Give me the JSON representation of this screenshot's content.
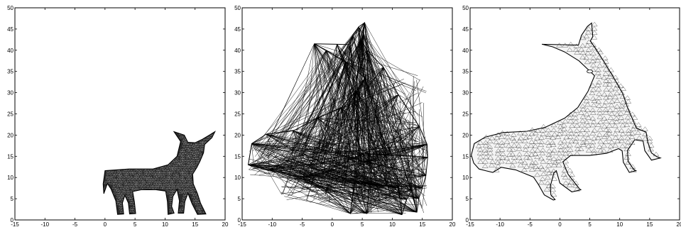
{
  "chart_data": [
    {
      "type": "mesh",
      "xlim": [
        -15,
        20
      ],
      "ylim": [
        0,
        50
      ],
      "xticks": [
        -15,
        -10,
        -5,
        0,
        5,
        10,
        15,
        20
      ],
      "yticks": [
        0,
        5,
        10,
        15,
        20,
        25,
        30,
        35,
        40,
        45,
        50
      ],
      "grid": false,
      "shape_outline": [
        [
          0,
          11.6
        ],
        [
          4,
          12
        ],
        [
          8,
          12
        ],
        [
          10.5,
          13
        ],
        [
          12,
          15
        ],
        [
          12.6,
          18.5
        ],
        [
          11.5,
          20.8
        ],
        [
          13.2,
          20
        ],
        [
          13.8,
          18.3
        ],
        [
          15,
          18.2
        ],
        [
          16.2,
          19
        ],
        [
          17.4,
          20
        ],
        [
          18.3,
          20.8
        ],
        [
          17.8,
          19.4
        ],
        [
          16.6,
          17.8
        ],
        [
          16.4,
          15.8
        ],
        [
          15.8,
          13.8
        ],
        [
          15.3,
          12.4
        ],
        [
          14.6,
          10.8
        ],
        [
          14.7,
          8.5
        ],
        [
          15.4,
          6.2
        ],
        [
          15.9,
          4
        ],
        [
          16.8,
          1.4
        ],
        [
          15.4,
          1.3
        ],
        [
          14.5,
          3.8
        ],
        [
          13.8,
          6.3
        ],
        [
          13.3,
          4.3
        ],
        [
          13.1,
          1.6
        ],
        [
          12.2,
          1.6
        ],
        [
          12.4,
          4.5
        ],
        [
          12,
          7.2
        ],
        [
          11.3,
          5.5
        ],
        [
          11.1,
          3.2
        ],
        [
          11.5,
          1.6
        ],
        [
          10.5,
          1.3
        ],
        [
          10.4,
          4.3
        ],
        [
          10.1,
          6.8
        ],
        [
          8.5,
          7.1
        ],
        [
          6,
          7.1
        ],
        [
          4.6,
          6.7
        ],
        [
          4.9,
          4.2
        ],
        [
          5.1,
          1.5
        ],
        [
          4.1,
          1.4
        ],
        [
          3.9,
          4
        ],
        [
          3.3,
          5.8
        ],
        [
          2.9,
          4
        ],
        [
          3.1,
          1.4
        ],
        [
          2.1,
          1.3
        ],
        [
          1.8,
          4.5
        ],
        [
          1,
          7.3
        ],
        [
          0.4,
          8.6
        ],
        [
          -0.2,
          6.2
        ],
        [
          -0.3,
          8.5
        ]
      ]
    },
    {
      "type": "mesh",
      "xlim": [
        -15,
        20
      ],
      "ylim": [
        0,
        50
      ],
      "xticks": [
        -15,
        -10,
        -5,
        0,
        5,
        10,
        15,
        20
      ],
      "yticks": [
        0,
        5,
        10,
        15,
        20,
        25,
        30,
        35,
        40,
        45,
        50
      ],
      "grid": false,
      "shape_outline": [
        [
          -14,
          13
        ],
        [
          -13.4,
          18
        ],
        [
          -11,
          20.2
        ],
        [
          -6.5,
          21
        ],
        [
          -2.4,
          24
        ],
        [
          1.5,
          26.5
        ],
        [
          4,
          30.5
        ],
        [
          5.5,
          33.4
        ],
        [
          2.2,
          37.3
        ],
        [
          -1,
          40
        ],
        [
          -3,
          41.5
        ],
        [
          0.8,
          41.4
        ],
        [
          3,
          41.3
        ],
        [
          3.4,
          43.5
        ],
        [
          4.4,
          45.5
        ],
        [
          5.4,
          46.5
        ],
        [
          5.2,
          43.8
        ],
        [
          4.8,
          42.5
        ],
        [
          5.8,
          40
        ],
        [
          8.5,
          36
        ],
        [
          11,
          29.5
        ],
        [
          14.5,
          22
        ],
        [
          15.8,
          17.8
        ],
        [
          15.9,
          14.8
        ],
        [
          15.6,
          10.5
        ],
        [
          15,
          7.5
        ],
        [
          14.4,
          5
        ],
        [
          14.1,
          1.8
        ],
        [
          13.2,
          7
        ],
        [
          12.4,
          4.8
        ],
        [
          11.6,
          1.2
        ],
        [
          11,
          7.5
        ],
        [
          9,
          8
        ],
        [
          6.2,
          7.9
        ],
        [
          5.7,
          1.5
        ],
        [
          3.3,
          4.5
        ],
        [
          3,
          1.5
        ],
        [
          -1,
          7
        ],
        [
          -5,
          10
        ],
        [
          -10.5,
          11.8
        ]
      ],
      "fill_clusters": [
        {
          "x": [
            3,
            15.8
          ],
          "y": [
            1.5,
            34
          ]
        },
        {
          "x": [
            -9,
            12
          ],
          "y": [
            4,
            17
          ]
        },
        {
          "x": [
            -14,
            10
          ],
          "y": [
            10,
            17
          ]
        }
      ]
    },
    {
      "type": "mesh",
      "xlim": [
        -15,
        20
      ],
      "ylim": [
        0,
        50
      ],
      "xticks": [
        -15,
        -10,
        -5,
        0,
        5,
        10,
        15,
        20
      ],
      "yticks": [
        0,
        5,
        10,
        15,
        20,
        25,
        30,
        35,
        40,
        45,
        50
      ],
      "grid": false,
      "shape_outline": [
        [
          -14.8,
          15.3
        ],
        [
          -14.3,
          18
        ],
        [
          -12.5,
          19.5
        ],
        [
          -9.5,
          20.6
        ],
        [
          -5.5,
          20.9
        ],
        [
          -2.5,
          21.8
        ],
        [
          0.8,
          24
        ],
        [
          3,
          26.5
        ],
        [
          4.7,
          30.3
        ],
        [
          5.8,
          34
        ],
        [
          3.2,
          37.5
        ],
        [
          0.8,
          39.6
        ],
        [
          -1.2,
          40.8
        ],
        [
          -3,
          41.4
        ],
        [
          0.5,
          41.3
        ],
        [
          3.1,
          41.2
        ],
        [
          3.6,
          43.5
        ],
        [
          4.6,
          45.6
        ],
        [
          5.3,
          46.4
        ],
        [
          5.5,
          43.2
        ],
        [
          5.1,
          42.2
        ],
        [
          6.8,
          38.6
        ],
        [
          8.8,
          34
        ],
        [
          10.5,
          29.8
        ],
        [
          11.3,
          26.5
        ],
        [
          12.8,
          21.6
        ],
        [
          14.4,
          20.7
        ],
        [
          14.7,
          18.3
        ],
        [
          15.3,
          15.8
        ],
        [
          16.2,
          14.9
        ],
        [
          16.8,
          14.6
        ],
        [
          15.3,
          14.1
        ],
        [
          14.2,
          16.3
        ],
        [
          13.9,
          18.6
        ],
        [
          12.5,
          18.9
        ],
        [
          11.3,
          16.4
        ],
        [
          11.4,
          13.8
        ],
        [
          12.4,
          11.8
        ],
        [
          12.7,
          11.6
        ],
        [
          11.6,
          11.2
        ],
        [
          10.6,
          13.6
        ],
        [
          10.4,
          16.3
        ],
        [
          9.8,
          16.8
        ],
        [
          7.8,
          15.7
        ],
        [
          5,
          15.2
        ],
        [
          1.8,
          15.2
        ],
        [
          0.5,
          13.7
        ],
        [
          1.4,
          10.7
        ],
        [
          3.3,
          7.3
        ],
        [
          3.5,
          7.1
        ],
        [
          2,
          6.6
        ],
        [
          0,
          8.7
        ],
        [
          -0.6,
          11.6
        ],
        [
          -1,
          11.1
        ],
        [
          -1.6,
          7.9
        ],
        [
          -1.5,
          5.9
        ],
        [
          -0.8,
          4.8
        ],
        [
          -1.1,
          4.7
        ],
        [
          -2.6,
          5.9
        ],
        [
          -3.6,
          8.4
        ],
        [
          -4.4,
          10.1
        ],
        [
          -7.4,
          11.8
        ],
        [
          -9.8,
          12.4
        ],
        [
          -11.2,
          11.2
        ],
        [
          -12.4,
          11.6
        ],
        [
          -13.5,
          12
        ],
        [
          -14.4,
          13.4
        ]
      ],
      "eye": [
        5,
        35
      ]
    }
  ]
}
